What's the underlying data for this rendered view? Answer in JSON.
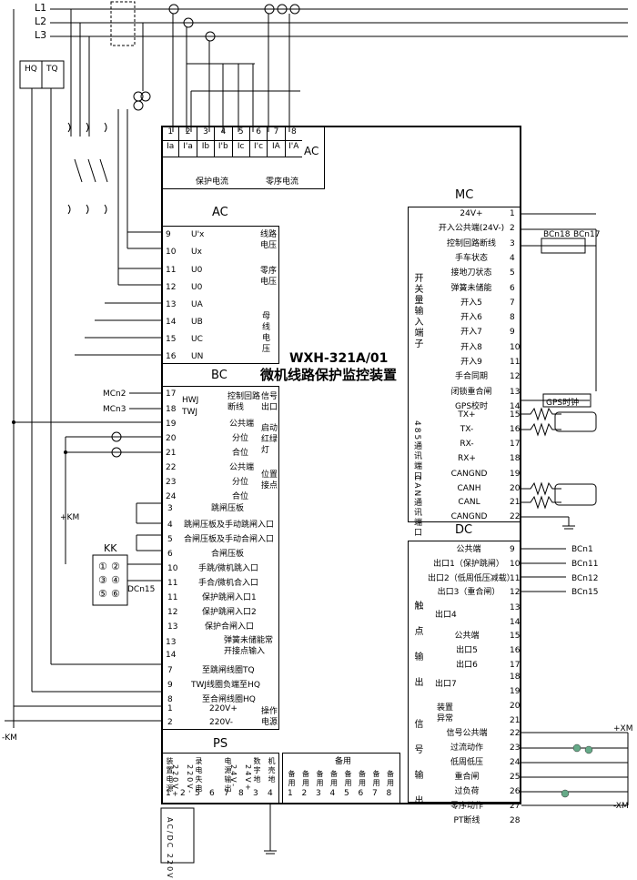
{
  "lines": {
    "l1": "L1",
    "l2": "L2",
    "l3": "L3"
  },
  "hq": "HQ",
  "tq": "TQ",
  "kk": "KK",
  "km_plus": "+KM",
  "km_minus": "-KM",
  "title": {
    "model": "WXH-321A/01",
    "name": "微机线路保护监控装置"
  },
  "ac_top": {
    "label": "AC",
    "nums": [
      "1",
      "2",
      "3",
      "4",
      "5",
      "6",
      "7",
      "8"
    ],
    "names": [
      "Ia",
      "I'a",
      "Ib",
      "I'b",
      "Ic",
      "I'c",
      "IA",
      "I'A"
    ],
    "g1": "保护电流",
    "g2": "零序电流"
  },
  "ac": {
    "label": "AC",
    "rows": [
      [
        "9",
        "U'x"
      ],
      [
        "10",
        "Ux"
      ],
      [
        "11",
        "U0"
      ],
      [
        "12",
        "U0"
      ],
      [
        "13",
        "UA"
      ],
      [
        "14",
        "UB"
      ],
      [
        "15",
        "UC"
      ],
      [
        "16",
        "UN"
      ]
    ],
    "g1": "线路电压",
    "g2": "零序电压",
    "g3": "母线电压"
  },
  "bc": {
    "label": "BC",
    "r17": "17",
    "r18": "18",
    "hwj": "HWJ",
    "twj": "TWJ",
    "ctrl": "控制回路断线",
    "sig": "信号出口",
    "r19": "19",
    "r20": "20",
    "r21": "21",
    "com1": "公共端",
    "fen1": "分位",
    "he1": "合位",
    "lamp": "启动红绿灯",
    "r22": "22",
    "r23": "23",
    "r24": "24",
    "com2": "公共端",
    "fen2": "分位",
    "he2": "合位",
    "pos": "位置接点",
    "rows": [
      [
        "3",
        "跳闸压板"
      ],
      [
        "4",
        "跳闸压板及手动跳闸入口"
      ],
      [
        "5",
        "合闸压板及手动合闸入口"
      ],
      [
        "6",
        "合闸压板"
      ],
      [
        "10",
        "手跳/微机跳入口"
      ],
      [
        "11",
        "手合/微机合入口"
      ],
      [
        "11",
        "保护跳闸入口1"
      ],
      [
        "12",
        "保护跳闸入口2"
      ],
      [
        "13",
        "保护合闸入口"
      ]
    ],
    "r13b": "13",
    "r14b": "14",
    "spring": "弹簧未储能常开接点输入",
    "rows2": [
      [
        "7",
        "至跳闸线圈TQ"
      ],
      [
        "9",
        "TWJ线圈负端至HQ"
      ],
      [
        "8",
        "至合闸线圈HQ"
      ]
    ],
    "p1": "1",
    "p2": "2",
    "v1": "220V+",
    "v2": "220V-",
    "pwr": "操作电源"
  },
  "mcn": {
    "a": "MCn2",
    "b": "MCn3"
  },
  "kk_btn": {
    "b1": "①",
    "b2": "②",
    "b3": "③",
    "b4": "④",
    "b5": "⑤",
    "b6": "⑥",
    "dcn": "DCn15"
  },
  "mc": {
    "label": "MC",
    "group": "开关量输入端子",
    "rows": [
      [
        "24V+",
        "1"
      ],
      [
        "开入公共端(24V-)",
        "2"
      ],
      [
        "控制回路断线",
        "3"
      ],
      [
        "手车状态",
        "4"
      ],
      [
        "接地刀状态",
        "5"
      ],
      [
        "弹簧未储能",
        "6"
      ],
      [
        "开入5",
        "7"
      ],
      [
        "开入6",
        "8"
      ],
      [
        "开入7",
        "9"
      ],
      [
        "开入8",
        "10"
      ],
      [
        "开入9",
        "11"
      ],
      [
        "手合同期",
        "12"
      ],
      [
        "闭锁重合闸",
        "13"
      ],
      [
        "GPS校时",
        "14"
      ]
    ],
    "gps": "GPS时钟",
    "bcn18": "BCn18",
    "bcn17": "BCn17",
    "g485": "485通讯端口",
    "rows485": [
      [
        "TX+",
        "15"
      ],
      [
        "TX-",
        "16"
      ],
      [
        "RX-",
        "17"
      ],
      [
        "RX+",
        "18"
      ]
    ],
    "gcan": "CAN通讯端口",
    "rowscan": [
      [
        "CANGND",
        "19"
      ],
      [
        "CANH",
        "20"
      ],
      [
        "CANL",
        "21"
      ],
      [
        "CANGND",
        "22"
      ]
    ]
  },
  "dc": {
    "label": "DC",
    "g1": "触点输出",
    "g2": "信号输出",
    "rows": [
      [
        "公共端",
        "9",
        "BCn1"
      ],
      [
        "出口1（保护跳闸）",
        "10",
        "BCn11"
      ],
      [
        "出口2（低周低压减载）",
        "11",
        "BCn12"
      ],
      [
        "出口3（重合闸）",
        "12",
        "BCn15"
      ]
    ],
    "out4": "出口4",
    "n13": "13",
    "n14": "14",
    "rows2": [
      [
        "公共端",
        "15"
      ],
      [
        "出口5",
        "16"
      ],
      [
        "出口6",
        "17"
      ]
    ],
    "out7": "出口7",
    "n18": "18",
    "n19": "19",
    "alarm": "装置异常",
    "n20": "20",
    "n21": "21",
    "rows3": [
      [
        "信号公共端",
        "22"
      ],
      [
        "过流动作",
        "23"
      ],
      [
        "低周低压",
        "24"
      ],
      [
        "重合闸",
        "25"
      ],
      [
        "过负荷",
        "26"
      ],
      [
        "零序动作",
        "27"
      ],
      [
        "PT断线",
        "28"
      ]
    ],
    "xm_plus": "+XM",
    "xm_minus": "-XM"
  },
  "ps": {
    "label": "PS",
    "heads": [
      "装置电源",
      "",
      "录电失电",
      "",
      "电源输出",
      "",
      "数字地",
      "机壳地"
    ],
    "sub": [
      "220V+",
      "220V-",
      "",
      "",
      "24V-",
      "24V+",
      "",
      ""
    ],
    "nums": [
      "1",
      "2",
      "5",
      "6",
      "7",
      "8",
      "3",
      "4"
    ],
    "acdc": "AC/DC 220V"
  },
  "spare": {
    "head": "备用",
    "cols": [
      "备用",
      "备用",
      "备用",
      "备用",
      "备用",
      "备用",
      "备用",
      "备用"
    ],
    "nums": [
      "1",
      "2",
      "3",
      "4",
      "5",
      "6",
      "7",
      "8"
    ]
  }
}
